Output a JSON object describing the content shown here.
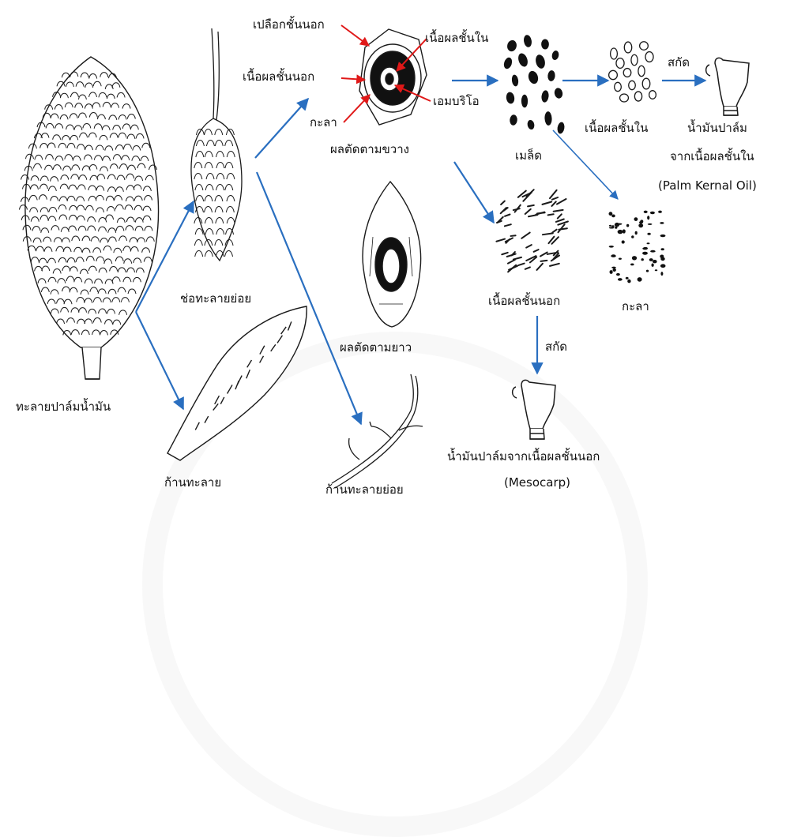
{
  "colors": {
    "flow_arrow": "#2a6fc0",
    "pointer_arrow": "#e01818",
    "ink": "#1a1a1a"
  },
  "icons": {
    "fruit_bunch": "palm-fruit-bunch-icon",
    "spikelet": "spikelet-icon",
    "fruit_cross": "fruit-cross-section-icon",
    "fruit_long": "fruit-longitudinal-section-icon",
    "bunch_stalk": "bunch-stalk-icon",
    "spikelet_stalk": "spikelet-stalk-icon",
    "kernels": "kernels-icon",
    "kernel_meat": "kernel-meat-pieces-icon",
    "oil_bottle": "oil-bottle-icon",
    "fibers": "mesocarp-fibers-icon",
    "shell": "shell-fragments-icon"
  },
  "labels": {
    "bunch": "ทะลายปาล์มน้ำมัน",
    "spikelet": "ช่อทะลายย่อย",
    "bunch_stalk": "ก้านทะลาย",
    "spikelet_stalk": "ก้านทะลายย่อย",
    "cross_section": "ผลตัดตามขวาง",
    "long_section": "ผลตัดตามยาว",
    "exocarp": "เปลือกชั้นนอก",
    "mesocarp_part": "เนื้อผลชั้นนอก",
    "shell_part": "กะลา",
    "endosperm_part": "เนื้อผลชั้นใน",
    "embryo": "เอมบริโอ",
    "seeds": "เมล็ด",
    "kernel_meat": "เนื้อผลชั้นใน",
    "extract_top": "สกัด",
    "pko_line1": "น้ำมันปาล์ม",
    "pko_line2": "จากเนื้อผลชั้นใน",
    "pko_en": "(Palm Kernal Oil)",
    "shell": "กะลา",
    "fibers": "เนื้อผลชั้นนอก",
    "extract_mid": "สกัด",
    "mesocarp_oil": "น้ำมันปาล์มจากเนื้อผลชั้นนอก",
    "mesocarp_en": "(Mesocarp)"
  }
}
